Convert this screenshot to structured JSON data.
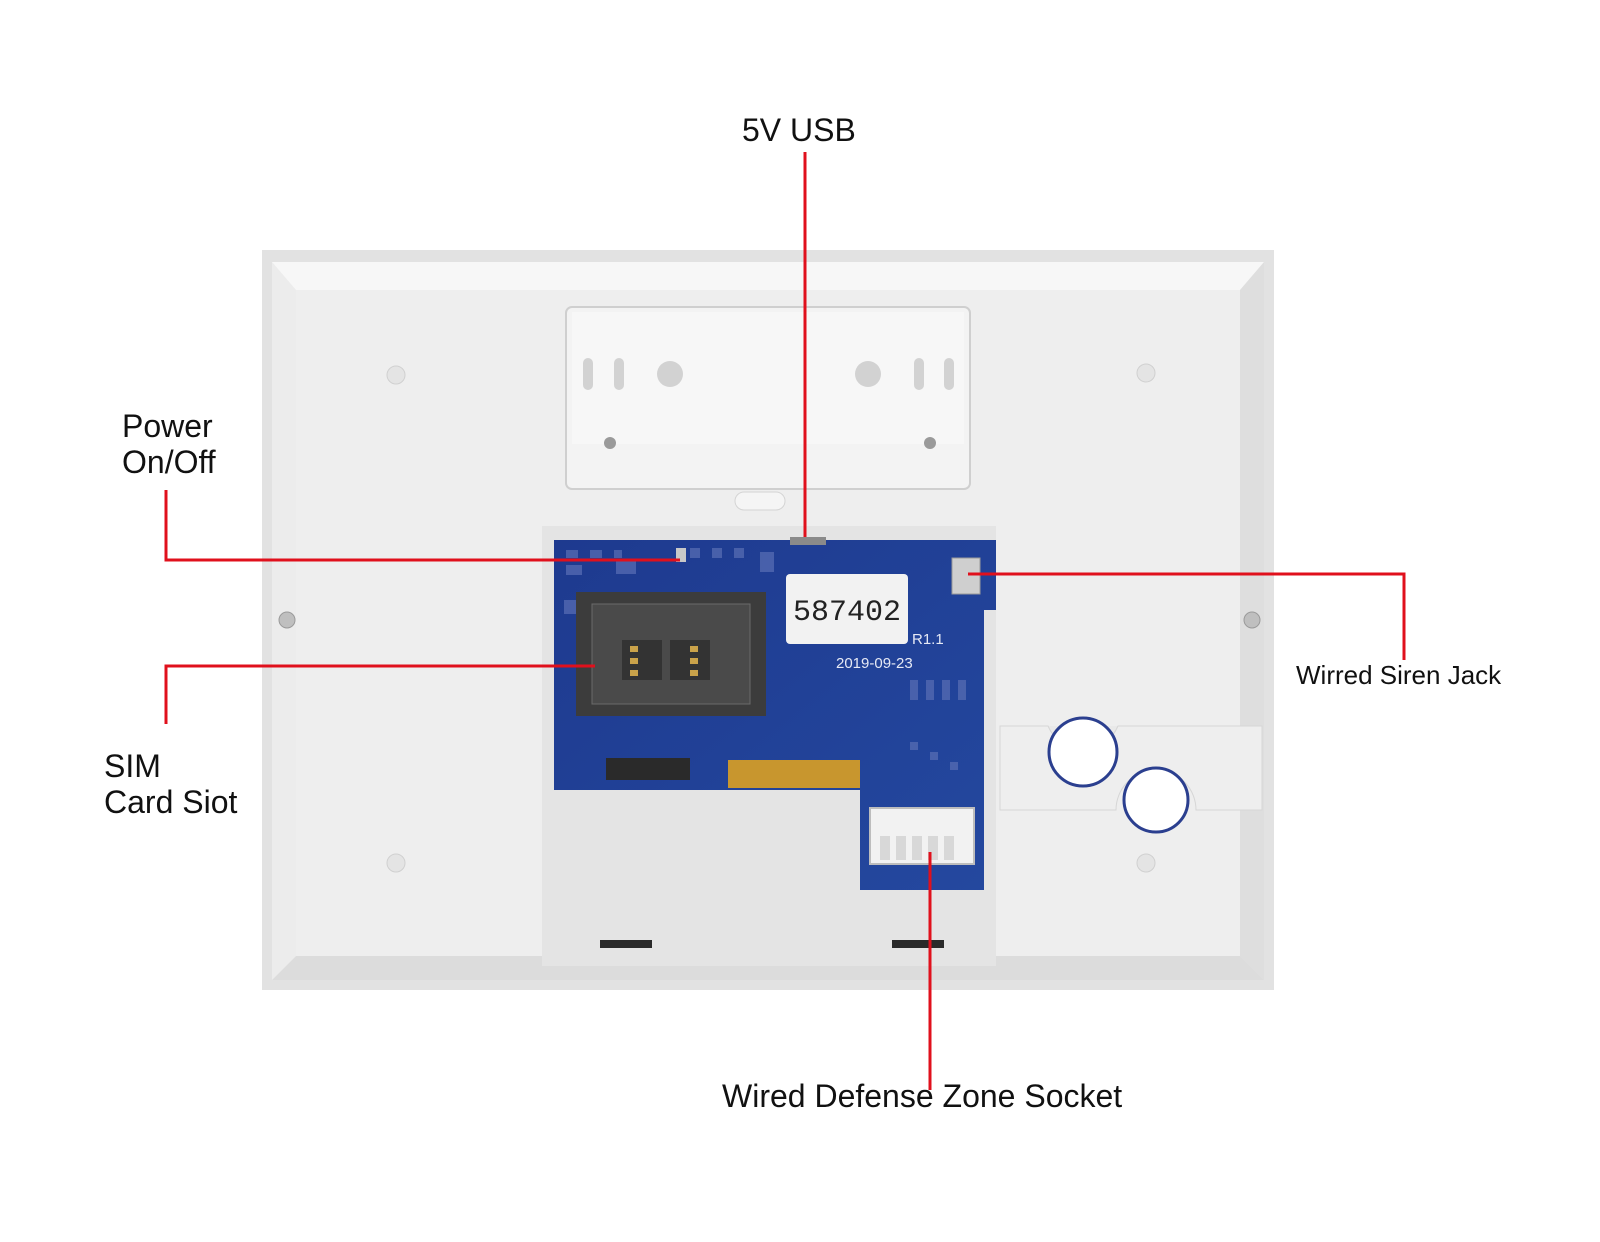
{
  "diagram": {
    "labels": {
      "usb": "5V USB",
      "power_line1": "Power",
      "power_line2": "On/Off",
      "sim_line1": "SIM",
      "sim_line2": "Card Siot",
      "siren": "Wirred Siren Jack",
      "zone": "Wired Defense Zone Socket"
    },
    "board": {
      "sticker_number": "587402",
      "revision": "R1.1",
      "date": "2019-09-23"
    },
    "colors": {
      "leader_line": "#e0101c",
      "pcb": "#1f3f9a",
      "housing": "#ededed",
      "text": "#111111"
    }
  }
}
